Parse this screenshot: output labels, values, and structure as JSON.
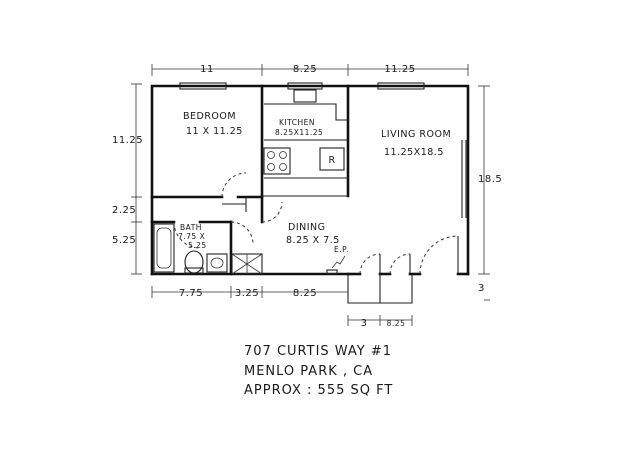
{
  "dimensions": {
    "top": [
      "11",
      "8.25",
      "11.25"
    ],
    "left": [
      "11.25",
      "2.25",
      "5.25"
    ],
    "right": [
      "18.5",
      "3"
    ],
    "bottom": [
      "7.75",
      "3.25",
      "8.25"
    ],
    "bottom_extra_left": "3",
    "bottom_extra_right": "8.25"
  },
  "rooms": {
    "bedroom_name": "BEDROOM",
    "bedroom_size": "11 X 11.25",
    "kitchen_name": "KITCHEN",
    "kitchen_size": "8.25X11.25",
    "living_name": "LIVING ROOM",
    "living_size": "11.25X18.5",
    "dining_name": "DINING",
    "dining_size": "8.25 X 7.5",
    "bath_name": "BATH",
    "bath_size_1": "7.75 X",
    "bath_size_2": "5.25",
    "ep_label": "E.P.",
    "fridge_label": "R"
  },
  "caption": {
    "line1": "707 CURTIS WAY #1",
    "line2": "MENLO PARK , CA",
    "line3": "APPROX :  555 SQ FT"
  }
}
